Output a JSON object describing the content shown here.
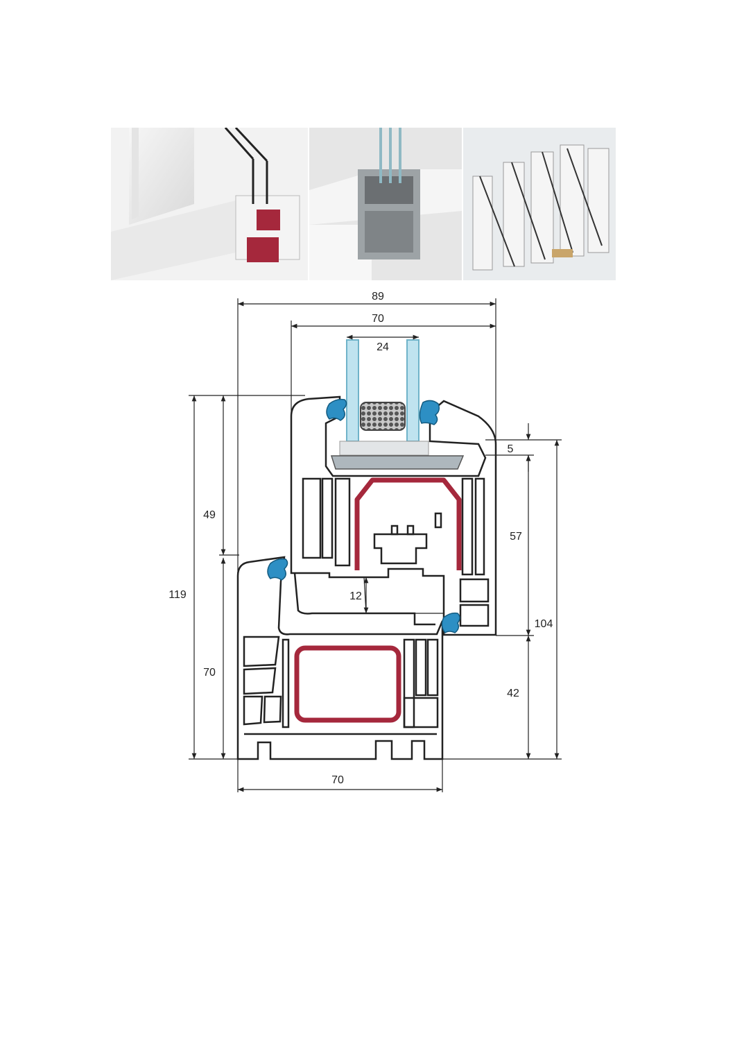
{
  "photos": [
    {
      "subject": "window-profile-corner-photo"
    },
    {
      "subject": "window-profile-section-photo"
    },
    {
      "subject": "window-profile-group-photo"
    }
  ],
  "dimensions": {
    "overall_width": "89",
    "sash_width": "70",
    "glazing": "24",
    "overall_height": "119",
    "sash_height": "49",
    "frame_height": "70",
    "gap": "12",
    "rebate": "5",
    "sash_visible": "57",
    "total_right": "104",
    "frame_visible": "42",
    "frame_width": "70"
  },
  "colors": {
    "reinforcement": "#a5283c",
    "gasket": "#2d8fc4",
    "glass": "#bfe3ef",
    "profile_stroke": "#222222",
    "bead": "#aeb7bd"
  }
}
